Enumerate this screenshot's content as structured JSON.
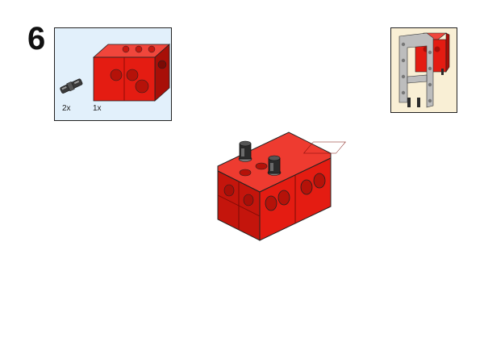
{
  "step": {
    "number": "6"
  },
  "parts": [
    {
      "name": "connector-pin",
      "quantity": "2x"
    },
    {
      "name": "red-motor-block",
      "quantity": "1x"
    }
  ],
  "colors": {
    "brick_red": "#e41c12",
    "brick_red_dark": "#a80f08",
    "parts_bg": "#e2f0fb",
    "preview_bg": "#f9efd5",
    "pin_black": "#2b2b2b",
    "frame_gray": "#b8b8b8"
  }
}
